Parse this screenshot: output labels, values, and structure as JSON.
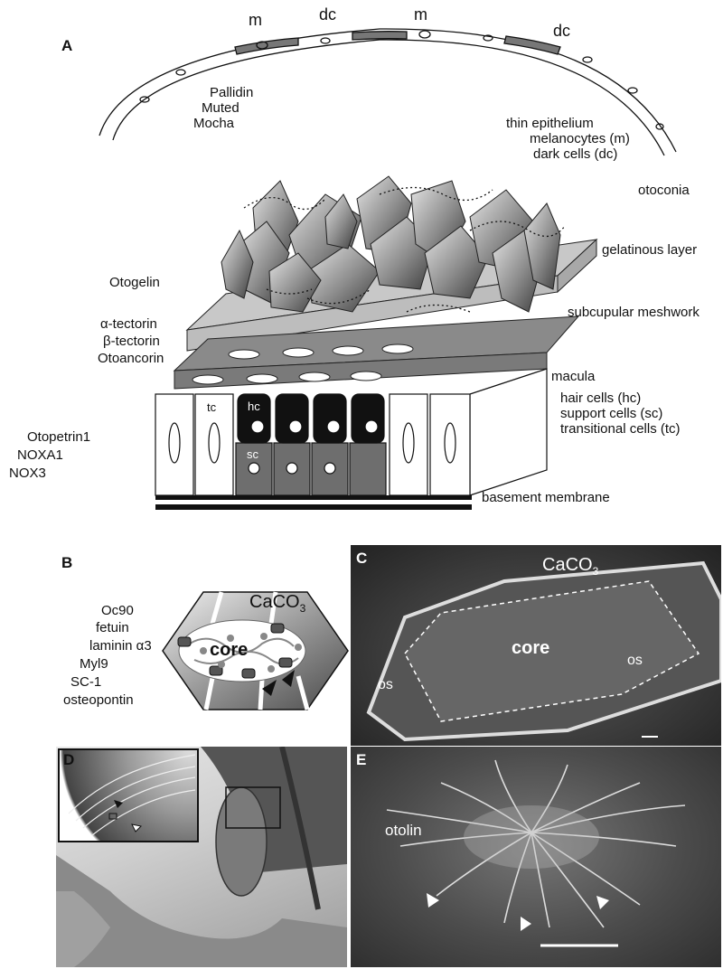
{
  "panel_a": {
    "letter": "A",
    "arc_labels": [
      "m",
      "dc",
      "m",
      "dc"
    ],
    "proteins_top": [
      "Pallidin",
      "Muted",
      "Mocha"
    ],
    "epithelium": [
      "thin epithelium",
      "melanocytes (m)",
      "dark cells (dc)"
    ],
    "otoconia": "otoconia",
    "gelatinous_layer": "gelatinous layer",
    "otogelin": "Otogelin",
    "subcupular": "subcupular meshwork",
    "tectorins": [
      "α-tectorin",
      "β-tectorin",
      "Otoancorin"
    ],
    "macula": "macula",
    "macula_cells": [
      "hair cells (hc)",
      "support cells (sc)",
      "transitional cells (tc)"
    ],
    "cell_tags": {
      "tc": "tc",
      "hc": "hc",
      "sc": "sc"
    },
    "otopetrin": [
      "Otopetrin1",
      "NOXA1",
      "NOX3"
    ],
    "basement": "basement membrane"
  },
  "panel_b": {
    "letter": "B",
    "proteins": [
      "Oc90",
      "fetuin",
      "laminin α3",
      "Myl9",
      "SC-1",
      "osteopontin"
    ],
    "caco3": "CaCO",
    "caco3_sub": "3",
    "core": "core"
  },
  "panel_c": {
    "letter": "C",
    "caco3": "CaCO",
    "caco3_sub": "3",
    "core": "core",
    "os": "os"
  },
  "panel_d": {
    "letter": "D"
  },
  "panel_e": {
    "letter": "E",
    "otolin": "otolin"
  },
  "colors": {
    "dark_gray": "#555555",
    "mid_gray": "#8a8a8a",
    "light_gray": "#c4c4c4"
  }
}
